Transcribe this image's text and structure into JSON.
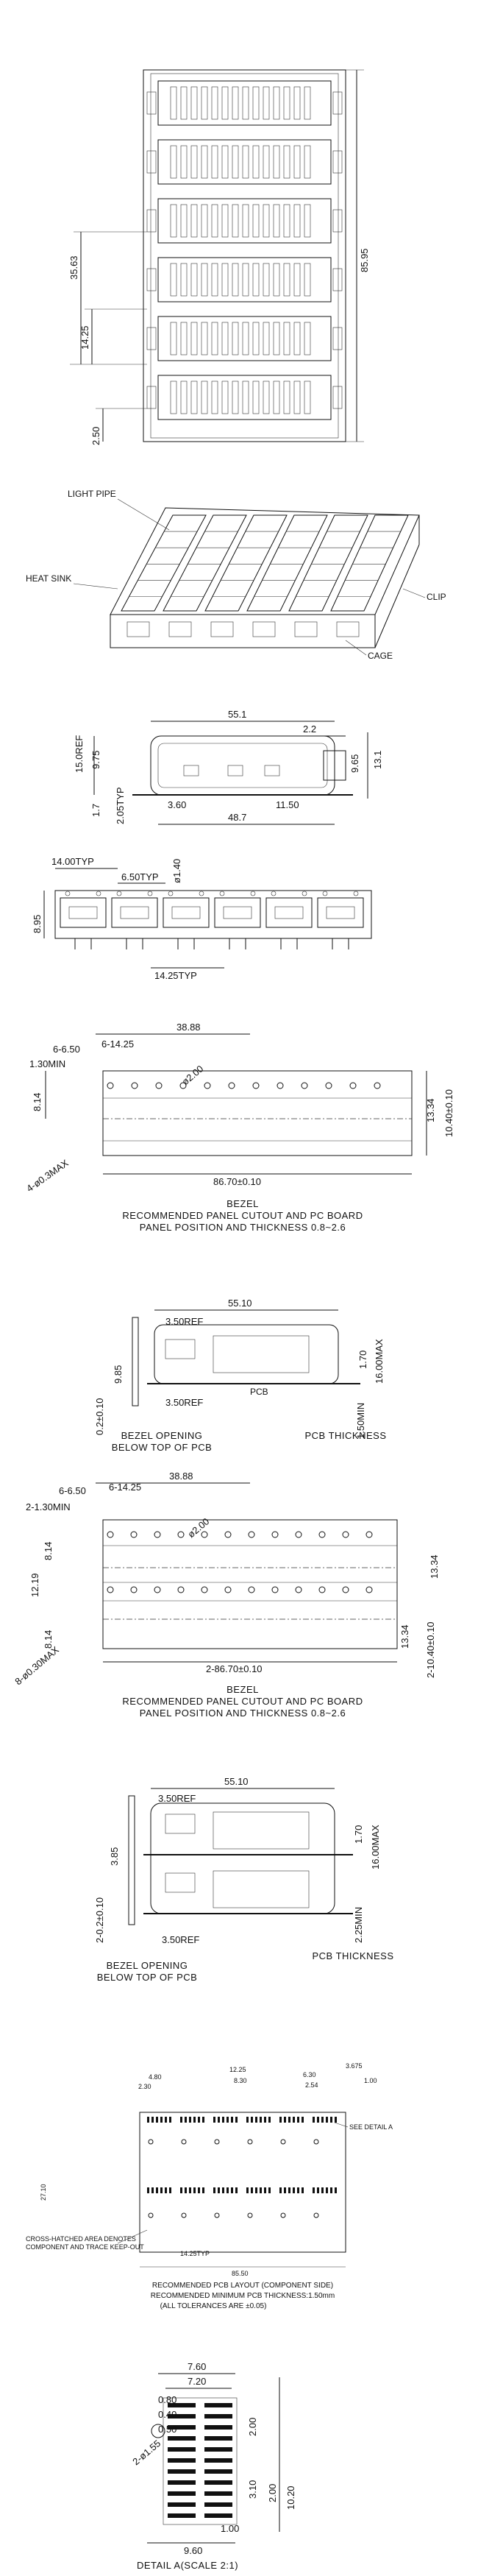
{
  "view1": {
    "dims": [
      "85.95",
      "35.63",
      "14.25",
      "2.50"
    ]
  },
  "view2": {
    "labels": [
      "LIGHT PIPE",
      "HEAT SINK",
      "CLIP",
      "CAGE"
    ]
  },
  "view3": {
    "dims": [
      "55.1",
      "2.2",
      "15.0REF",
      "9.75",
      "9.65",
      "13.1",
      "1.7",
      "2.05TYP",
      "3.60",
      "11.50",
      "48.7"
    ]
  },
  "view4": {
    "dims": [
      "14.00TYP",
      "6.50TYP",
      "ø1.40",
      "8.95",
      "14.25TYP"
    ]
  },
  "view5": {
    "dims": [
      "38.88",
      "6-6.50",
      "6-14.25",
      "1.30MIN",
      "ø2.00",
      "13.34",
      "10.40±0.10",
      "8.14",
      "4-ø0.3MAX",
      "86.70±0.10"
    ],
    "caption": [
      "BEZEL",
      "RECOMMENDED PANEL CUTOUT AND PC BOARD",
      "PANEL POSITION AND THICKNESS 0.8~2.6"
    ]
  },
  "view6": {
    "dims": [
      "55.10",
      "3.50REF",
      "9.85",
      "0.2±0.10",
      "3.50REF",
      "1.70",
      "16.00MAX",
      "1.50MIN"
    ],
    "labels": [
      "PCB"
    ],
    "caption_left": [
      "BEZEL OPENING",
      "BELOW TOP OF PCB"
    ],
    "caption_right": "PCB THICKNESS"
  },
  "view7": {
    "dims": [
      "38.88",
      "6-6.50",
      "6-14.25",
      "2-1.30MIN",
      "ø2.00",
      "8.14",
      "12.19",
      "8.14",
      "13.34",
      "13.34",
      "2-10.40±0.10",
      "8-ø0.30MAX",
      "2-86.70±0.10"
    ],
    "caption": [
      "BEZEL",
      "RECOMMENDED PANEL CUTOUT AND PC BOARD",
      "PANEL POSITION AND THICKNESS 0.8~2.6"
    ]
  },
  "view8": {
    "dims": [
      "55.10",
      "3.50REF",
      "3.85",
      "2-0.2±0.10",
      "3.50REF",
      "1.70",
      "16.00MAX",
      "2.25MIN"
    ],
    "caption_left": [
      "BEZEL OPENING",
      "BELOW TOP OF PCB"
    ],
    "caption_right": "PCB THICKNESS"
  },
  "view9": {
    "dims": [
      "4.80",
      "12.25",
      "6.30",
      "3.675",
      "2.30",
      "8.30",
      "2.54",
      "1.00",
      "27.10",
      "85.50",
      "14.25TYP"
    ],
    "labels": [
      "SEE DETAIL A",
      "CROSS-HATCHED AREA DENOTES",
      "COMPONENT AND TRACE KEEP-OUT"
    ],
    "caption": [
      "RECOMMENDED PCB LAYOUT (COMPONENT SIDE)",
      "RECOMMENDED MINIMUM PCB THICKNESS:1.50mm",
      "(ALL TOLERANCES ARE ±0.05)"
    ]
  },
  "view10": {
    "dims": [
      "7.60",
      "7.20",
      "0.80",
      "0.40",
      "0.50",
      "2.00",
      "2-ø1.55",
      "3.10",
      "2.00",
      "10.20",
      "1.00",
      "9.60"
    ],
    "caption": "DETAIL A(SCALE 2:1)"
  }
}
